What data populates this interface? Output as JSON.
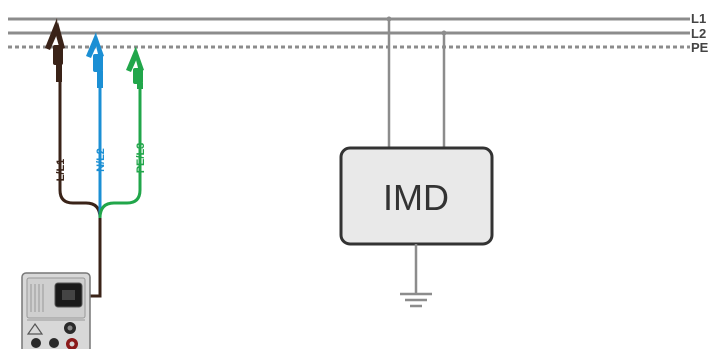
{
  "rails": {
    "l1": "L1",
    "l2": "L2",
    "pe": "PE"
  },
  "leads": {
    "l1_lead": {
      "label": "L/L1",
      "color": "#3a2318"
    },
    "n_lead": {
      "label": "N/L2",
      "color": "#1b8fd4"
    },
    "pe_lead": {
      "label": "PE/L3",
      "color": "#21a64a"
    }
  },
  "device": {
    "label": "IMD"
  },
  "colors": {
    "rail": "#8c8c8c",
    "box_fill": "#e9e9e9",
    "box_stroke": "#333333",
    "instrument_body": "#d8d8d8",
    "ground": "#8c8c8c"
  },
  "icons": [
    "crocodile-clip-icon",
    "ground-icon",
    "measuring-instrument-icon",
    "warning-icon"
  ]
}
